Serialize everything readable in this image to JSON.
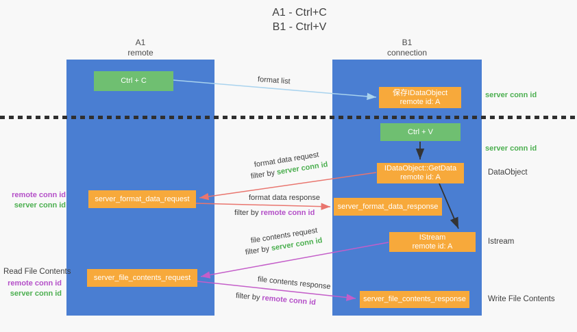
{
  "colors": {
    "background": "#f8f8f8",
    "lane_blue": "#4a7ed2",
    "box_green": "#6fbf71",
    "box_orange": "#f7a93b",
    "text_green": "#4caf50",
    "text_purple": "#b44fc8",
    "arrow_red": "#e9756e",
    "arrow_blue": "#a9d3ee",
    "arrow_magenta": "#c45ec9",
    "arrow_black": "#333333"
  },
  "title": {
    "line1": "A1 - Ctrl+C",
    "line2": "B1 - Ctrl+V"
  },
  "lanes": {
    "left": {
      "name": "A1",
      "subtitle": "remote"
    },
    "right": {
      "name": "B1",
      "subtitle": "connection"
    }
  },
  "nodes": {
    "ctrl_c": {
      "label": "Ctrl + C"
    },
    "save_dataobject": {
      "line1": "保存IDataObject",
      "line2": "remote id: A"
    },
    "ctrl_v": {
      "label": "Ctrl + V"
    },
    "getdata": {
      "line1": "IDataObject::GetData",
      "line2": "remote id: A"
    },
    "format_request": {
      "label": "server_format_data_request"
    },
    "format_response": {
      "label": "server_format_data_response"
    },
    "istream": {
      "line1": "IStream",
      "line2": "remote id: A"
    },
    "file_request": {
      "label": "server_file_contents_request"
    },
    "file_response": {
      "label": "server_file_contents_response"
    }
  },
  "flow_labels": {
    "format_list": "format list",
    "format_data_request": "format data request",
    "format_data_request_filter_prefix": "filter by",
    "format_data_request_filter_value": "server conn id",
    "format_data_response": "format data response",
    "format_data_response_filter_prefix": "filter by",
    "format_data_response_filter_value": "remote conn id",
    "file_contents_request": "file contents request",
    "file_contents_request_filter_prefix": "filter by",
    "file_contents_request_filter_value": "server conn id",
    "file_contents_response": "file contents response",
    "file_contents_response_filter_prefix": "filter by",
    "file_contents_response_filter_value": "remote conn id"
  },
  "side_labels": {
    "right_server_conn_id_top": "server conn id",
    "right_server_conn_id_mid": "server conn id",
    "right_dataobject": "DataObject",
    "right_istream": "Istream",
    "right_write_file_contents": "Write File Contents",
    "left_remote_conn_id_top": "remote conn id",
    "left_server_conn_id_top": "server conn id",
    "left_read_file_contents": "Read File Contents",
    "left_remote_conn_id_bottom": "remote conn id",
    "left_server_conn_id_bottom": "server conn id"
  }
}
